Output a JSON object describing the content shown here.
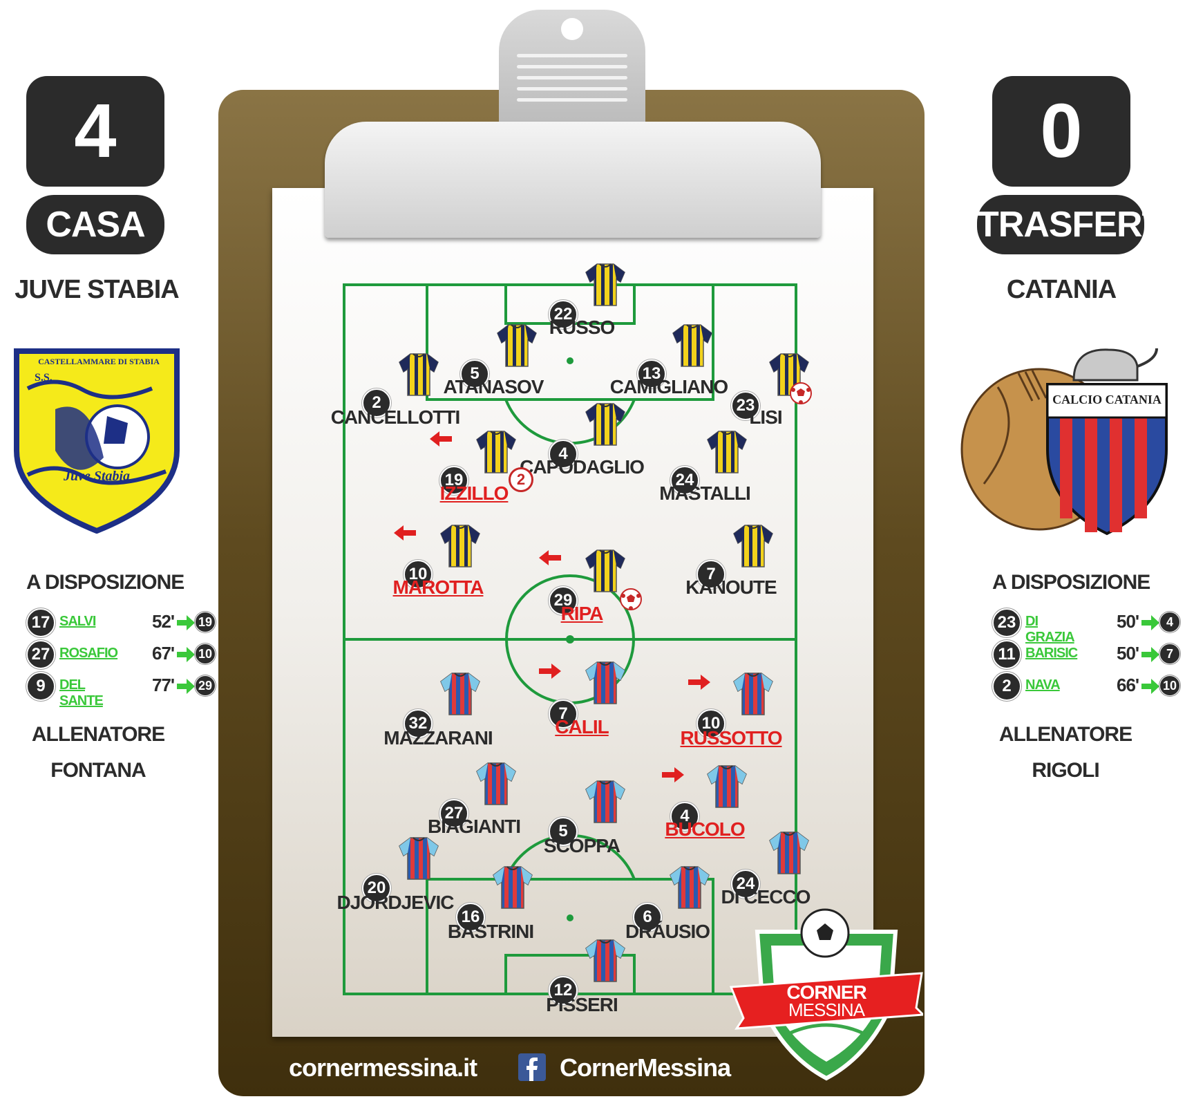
{
  "home": {
    "score": "4",
    "label": "CASA",
    "team": "JUVE STABIA",
    "crest_text_top": "CASTELLAMMARE DI STABIA",
    "crest_text_ss": "S.S.",
    "crest_text_name": "Juve Stabia",
    "bench_title": "A DISPOSIZIONE",
    "subs": [
      {
        "number": "17",
        "name": "SALVI",
        "minute": "52'",
        "replaced": "19"
      },
      {
        "number": "27",
        "name": "ROSAFIO",
        "minute": "67'",
        "replaced": "10"
      },
      {
        "number": "9",
        "name": "DEL SANTE",
        "minute": "77'",
        "replaced": "29"
      }
    ],
    "coach_title": "ALLENATORE",
    "coach": "FONTANA",
    "shirt_colors": [
      "#f2d21c",
      "#1f2a5a"
    ]
  },
  "away": {
    "score": "0",
    "label": "TRASFERTA",
    "team": "CATANIA",
    "crest_text": "CALCIO CATANIA",
    "bench_title": "A DISPOSIZIONE",
    "subs": [
      {
        "number": "23",
        "name": "DI GRAZIA",
        "minute": "50'",
        "replaced": "4"
      },
      {
        "number": "11",
        "name": "BARISIC",
        "minute": "50'",
        "replaced": "7"
      },
      {
        "number": "2",
        "name": "NAVA",
        "minute": "66'",
        "replaced": "10"
      }
    ],
    "coach_title": "ALLENATORE",
    "coach": "RIGOLI",
    "shirt_colors": [
      "#e03a3a",
      "#2a5ab0",
      "#7fc8e8"
    ]
  },
  "home_players": [
    {
      "number": "22",
      "name": "RUSSO"
    },
    {
      "number": "5",
      "name": "ATANASOV"
    },
    {
      "number": "13",
      "name": "CAMIGLIANO"
    },
    {
      "number": "2",
      "name": "CANCELLOTTI"
    },
    {
      "number": "23",
      "name": "LISI"
    },
    {
      "number": "4",
      "name": "CAPODAGLIO"
    },
    {
      "number": "19",
      "name": "IZZILLO"
    },
    {
      "number": "24",
      "name": "MASTALLI"
    },
    {
      "number": "10",
      "name": "MAROTTA"
    },
    {
      "number": "29",
      "name": "RIPA"
    },
    {
      "number": "7",
      "name": "KANOUTE"
    }
  ],
  "away_players": [
    {
      "number": "7",
      "name": "CALIL"
    },
    {
      "number": "32",
      "name": "MAZZARANI"
    },
    {
      "number": "10",
      "name": "RUSSOTTO"
    },
    {
      "number": "27",
      "name": "BIAGIANTI"
    },
    {
      "number": "4",
      "name": "BUCOLO"
    },
    {
      "number": "5",
      "name": "SCOPPA"
    },
    {
      "number": "20",
      "name": "DJORDJEVIC"
    },
    {
      "number": "24",
      "name": "DI CECCO"
    },
    {
      "number": "16",
      "name": "BASTRINI"
    },
    {
      "number": "6",
      "name": "DRÁUSIO"
    },
    {
      "number": "12",
      "name": "PISSERI"
    }
  ],
  "goal_badge": "2",
  "footer": {
    "website": "cornermessina.it",
    "facebook_icon": "facebook-icon",
    "facebook": "CornerMessina"
  },
  "brand": {
    "line1": "CORNER",
    "line2": "MESSINA"
  },
  "colors": {
    "pitch_lines": "#1e9a3c",
    "sub_name": "#3ac83a",
    "sub_arrow": "#3ac83a",
    "out_name": "#e02020",
    "board": "#5e4a1f"
  }
}
